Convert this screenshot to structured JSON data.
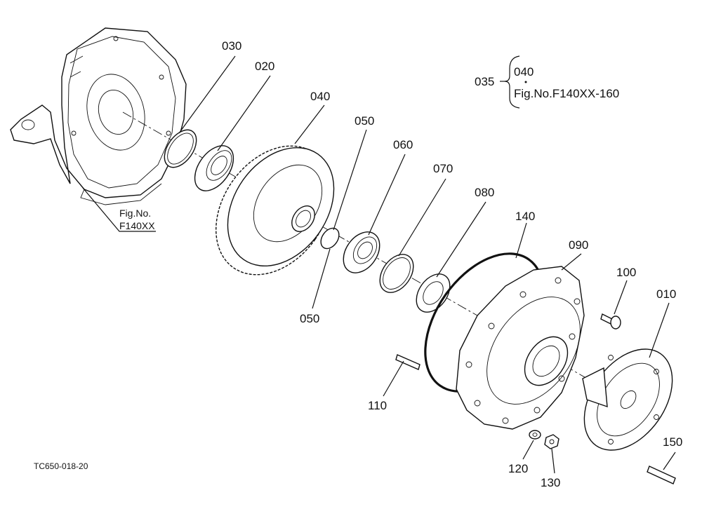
{
  "figure_ref": {
    "line1": "Fig.No.",
    "line2": "F140XX"
  },
  "callout_035": {
    "number": "035",
    "item1": "040",
    "item2": "Fig.No.F140XX-160"
  },
  "drawing_code": "TC650-018-20",
  "parts": {
    "p010": "010",
    "p020": "020",
    "p030": "030",
    "p040": "040",
    "p050a": "050",
    "p050b": "050",
    "p060": "060",
    "p070": "070",
    "p080": "080",
    "p090": "090",
    "p100": "100",
    "p110": "110",
    "p120": "120",
    "p130": "130",
    "p140": "140",
    "p150": "150"
  }
}
